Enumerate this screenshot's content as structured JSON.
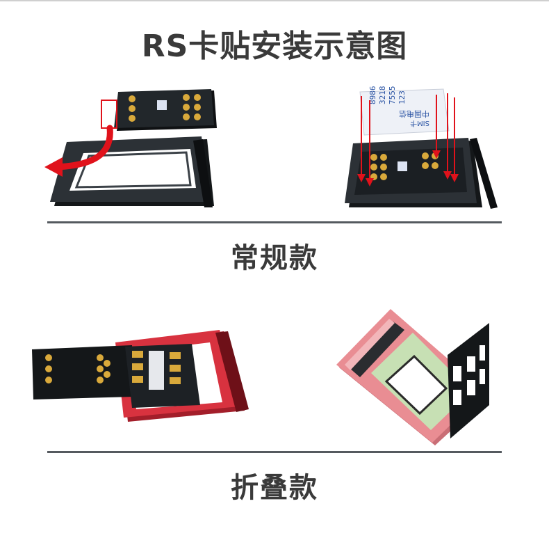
{
  "title": "RS卡贴安装示意图",
  "sections": [
    {
      "label": "常规款"
    },
    {
      "label": "折叠款"
    }
  ],
  "sim_card": {
    "line1": "中国电信",
    "line2": "SIM卡",
    "digits": [
      "8986",
      "3218",
      "7555",
      "123"
    ]
  },
  "colors": {
    "title_text": "#3a3a3a",
    "divider": "#555a5f",
    "tray_black": "#1e2226",
    "tray_red": "#d8323f",
    "tray_pink": "#e98d93",
    "gold_contact": "#d9a93b",
    "arrow_red": "#e0121b"
  }
}
